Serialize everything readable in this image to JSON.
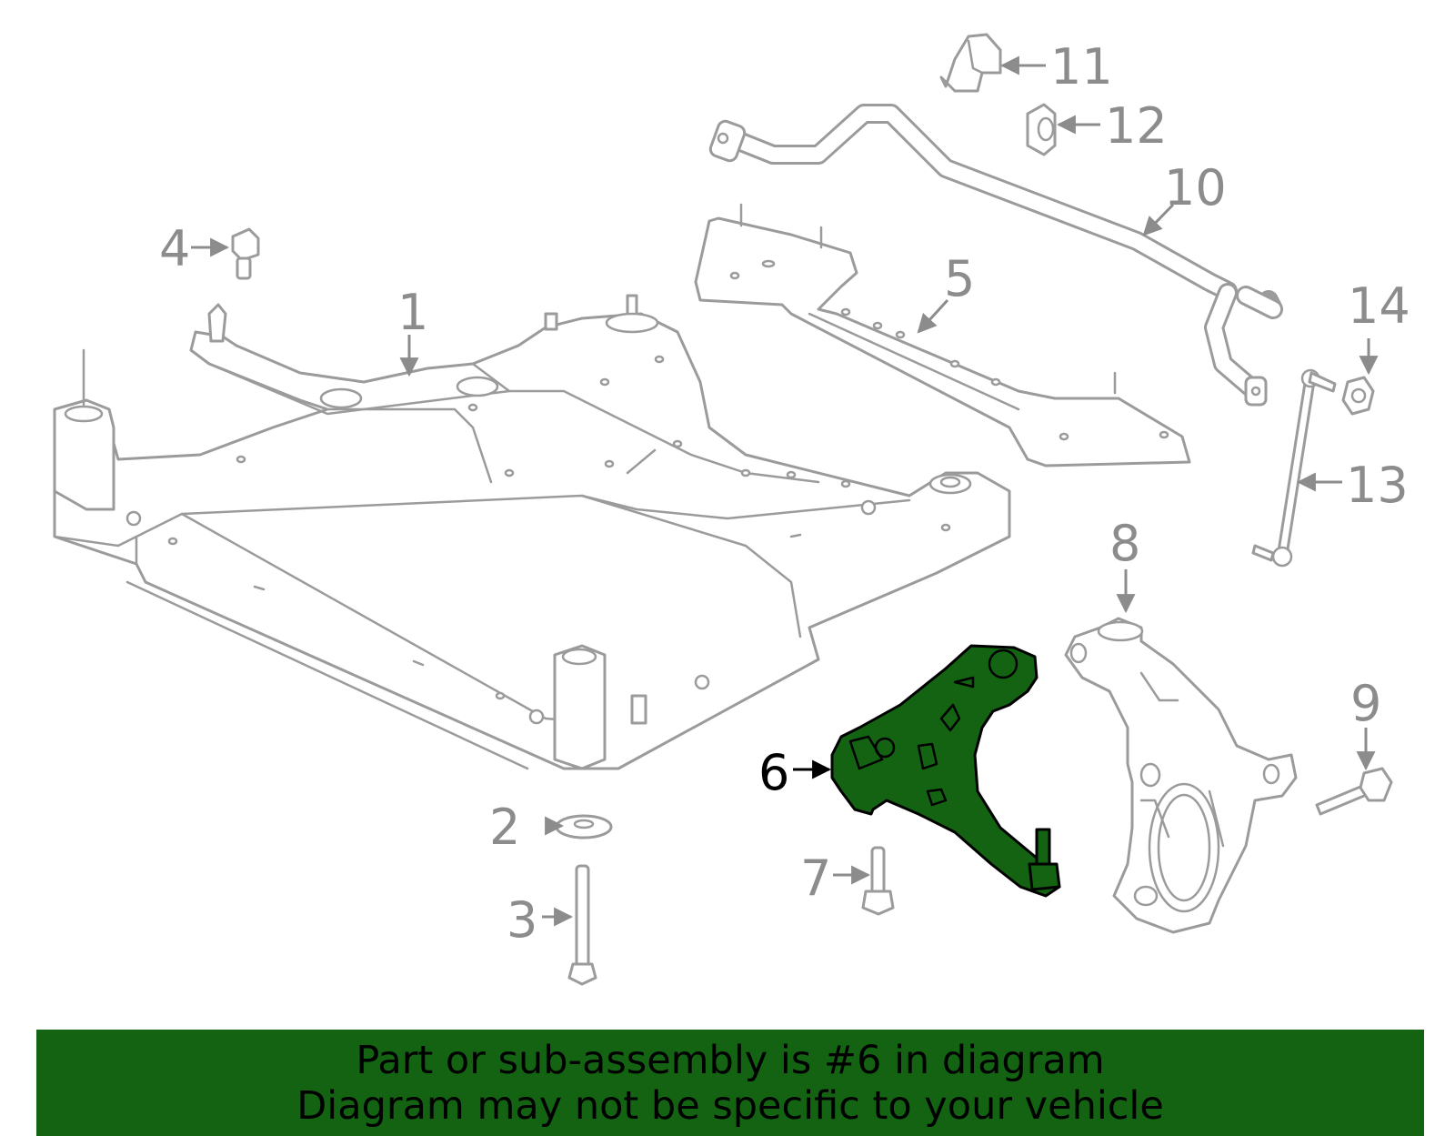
{
  "highlight_color": "#136313",
  "line_color": "#9b9b9b",
  "callouts": [
    {
      "id": "1",
      "label": "1"
    },
    {
      "id": "2",
      "label": "2"
    },
    {
      "id": "3",
      "label": "3"
    },
    {
      "id": "4",
      "label": "4"
    },
    {
      "id": "5",
      "label": "5"
    },
    {
      "id": "6",
      "label": "6",
      "highlighted": true
    },
    {
      "id": "7",
      "label": "7"
    },
    {
      "id": "8",
      "label": "8"
    },
    {
      "id": "9",
      "label": "9"
    },
    {
      "id": "10",
      "label": "10"
    },
    {
      "id": "11",
      "label": "11"
    },
    {
      "id": "12",
      "label": "12"
    },
    {
      "id": "13",
      "label": "13"
    },
    {
      "id": "14",
      "label": "14"
    }
  ],
  "banner": {
    "line1": "Part or sub-assembly is #6 in diagram",
    "line2": "Diagram may not be specific to your vehicle"
  }
}
